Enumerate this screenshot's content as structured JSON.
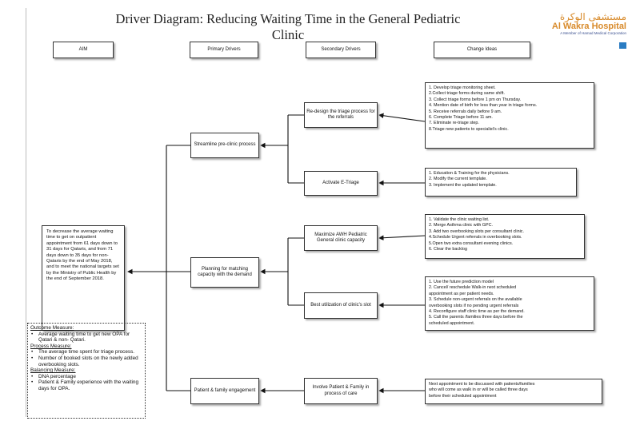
{
  "title": "Driver Diagram: Reducing Waiting Time in the General Pediatric Clinic",
  "logo": {
    "arabic": "مستشفى الوكرة",
    "english": "Al Wakra Hospital",
    "tagline": "A Member of Hamad Medical Corporation",
    "mark_icon": "hmc-logo-icon",
    "color": "#d88a2a"
  },
  "headers": {
    "aim": "AIM",
    "primary": "Primary Drivers",
    "secondary": "Secondary  Drivers",
    "change": "Change Ideas"
  },
  "aim_text": "To decrease the average waiting time to get on outpatient appointment from 61 days down to 31 days for Qataris, and from 71 days down to 35 days for non-Qataris by the end of May 2018, and to meet the national targets set by the Ministry of Public Health by the end of September 2018.",
  "primary_drivers": [
    "Streamline pre-clinic process",
    "Planning for matching capacity with the demand",
    "Patient & family engagement"
  ],
  "secondary_drivers": [
    "Re-design the  triage process for the referrals",
    "Activate E-Triage",
    "Maximize AWH Pediatric General clinic capacity",
    "Best utilization of clinic's slot",
    "Involve Patient & Family in process of care"
  ],
  "change_ideas": [
    [
      "1. Develop triage monitoring sheet.",
      "2.Collect triage forms during same shift.",
      "3. Collect triage forms before 1 pm on Thursday.",
      "4. Mention date of birth for less than year in triage forms.",
      "5. Receive referrals daily before 9 am.",
      "6. Complete Triage before 11 am.",
      "7. Eliminate re-triage step.",
      "8.Triage new patients to specialist's clinic."
    ],
    [
      "1. Education & Training for the physicians.",
      "2. Modify the current template.",
      "3. Implement the updated template."
    ],
    [
      "1.  Validate the clinic waiting list.",
      "2. Merge Asthma clinic with GPC.",
      "3. Add two overbooking slots per consultant clinic.",
      "4.Schedule Urgent referrals in overbooking slots.",
      "5.Open two extra consultant evening clinics.",
      "6. Clear the backlog"
    ],
    [
      "1. Use the future prediction model",
      "2. Cancel/ reschedule Walk-in next scheduled",
      "appointment as per patient needs.",
      "3. Schedule non-urgent referrals on the available",
      "overbooking slots if no pending urgent referrals",
      "4. Reconfigure staff clinic time as per the demand.",
      "5. Call the parents /families three days before the",
      "scheduled appointment."
    ],
    [
      "Next appointment to be discussed with patients/families",
      "who will come as walk in or will be called three days",
      "before their scheduled appointment"
    ]
  ],
  "measures": {
    "outcome_heading": "Outcome Measure:",
    "outcome": [
      "Average waiting time to get new OPA for Qatari & non- Qatari."
    ],
    "process_heading": "Process Measure:",
    "process": [
      "The average time spent for triage process.",
      "Number of booked slots on the newly added overbooking slots."
    ],
    "balancing_heading": "Balancing Measure:",
    "balancing": [
      "DNA percentage",
      "Patient & Family experience with the waiting days for OPA."
    ]
  }
}
